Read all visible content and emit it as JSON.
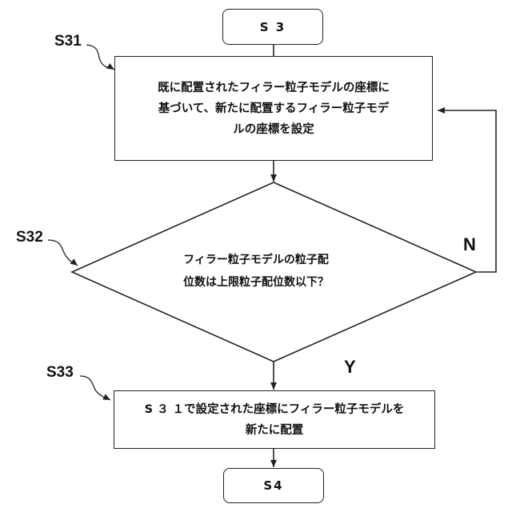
{
  "nodes": {
    "s3": {
      "label": "S 3"
    },
    "s31": {
      "step": "S31",
      "lines": [
        "既に配置されたフィラー粒子モデルの座標に",
        "基づいて、新たに配置するフィラー粒子モデ",
        "ルの座標を設定"
      ]
    },
    "s32": {
      "step": "S32",
      "lines": [
        "フィラー粒子モデルの粒子配",
        "位数は上限粒子配位数以下？"
      ]
    },
    "s33": {
      "step": "S33",
      "lines": [
        "S ３ １で設定された座標にフィラー粒子モデルを",
        "新たに配置"
      ]
    },
    "s4": {
      "label": "S4"
    }
  },
  "edges": {
    "no_label": "N",
    "yes_label": "Y"
  }
}
